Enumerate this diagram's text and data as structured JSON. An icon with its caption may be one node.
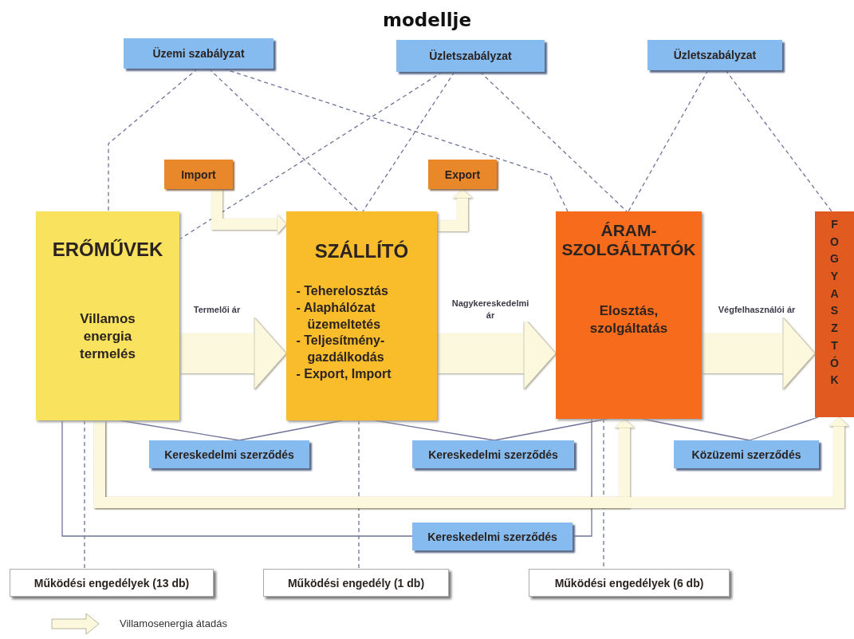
{
  "diagram": {
    "title": "modellje",
    "nodes": [
      {
        "text": [
          "Üzemi szabályzat"
        ]
      },
      {
        "text": [
          "Üzletszabályzat"
        ]
      },
      {
        "text": [
          "Üzletszabályzat"
        ]
      },
      {
        "text": [
          "Import"
        ]
      },
      {
        "text": [
          "Export"
        ]
      },
      {
        "text": [
          "ERŐMŰVEK",
          "Villamos energia termelés"
        ]
      },
      {
        "text": [
          "SZÁLLÍTÓ",
          "- Teherelosztás",
          "- Alaphálózat üzemeltetés",
          "- Teljesítmény-gazdálkodás",
          "- Export, Import"
        ]
      },
      {
        "text": [
          "ÁRAM-SZOLGÁLTATÓK",
          "Elosztás, szolgáltatás"
        ]
      },
      {
        "text": [
          "FOGYASZTÓK"
        ]
      },
      {
        "text": [
          "Kereskedelmi szerződés"
        ]
      },
      {
        "text": [
          "Kereskedelmi szerződés"
        ]
      },
      {
        "text": [
          "Közüzemi szerződés"
        ]
      },
      {
        "text": [
          "Kereskedelmi szerződés"
        ]
      },
      {
        "text": [
          "Működési engedélyek (13 db)"
        ]
      },
      {
        "text": [
          "Működési engedély (1 db)"
        ]
      },
      {
        "text": [
          "Működési engedélyek (6 db)"
        ]
      }
    ],
    "edges": [
      {
        "from": 0,
        "to": 5,
        "arrow": "none",
        "style": "dashed"
      },
      {
        "from": 0,
        "to": 6,
        "arrow": "none",
        "style": "dashed"
      },
      {
        "from": 0,
        "to": 7,
        "arrow": "none",
        "style": "dashed"
      },
      {
        "from": 1,
        "to": 5,
        "arrow": "none",
        "style": "dashed"
      },
      {
        "from": 1,
        "to": 6,
        "arrow": "none",
        "style": "dashed"
      },
      {
        "from": 1,
        "to": 7,
        "arrow": "none",
        "style": "dashed"
      },
      {
        "from": 2,
        "to": 7,
        "arrow": "none",
        "style": "dashed"
      },
      {
        "from": 2,
        "to": 8,
        "arrow": "none",
        "style": "dashed"
      },
      {
        "from": 3,
        "to": 6,
        "arrow": "to",
        "style": "thick",
        "color": "#fbf8dd"
      },
      {
        "from": 6,
        "to": 4,
        "arrow": "to",
        "style": "thick",
        "color": "#fbf8dd"
      },
      {
        "from": 5,
        "to": 6,
        "arrow": "to",
        "style": "thick",
        "color": "#fbf8dd",
        "label": "Termelői ár"
      },
      {
        "from": 6,
        "to": 7,
        "arrow": "to",
        "style": "thick",
        "color": "#fbf8dd",
        "label": "Nagykereskedelmi ár"
      },
      {
        "from": 7,
        "to": 8,
        "arrow": "to",
        "style": "thick",
        "color": "#fbf8dd",
        "label": "Végfelhasználói ár"
      },
      {
        "from": 5,
        "to": 9,
        "arrow": "none"
      },
      {
        "from": 6,
        "to": 9,
        "arrow": "none"
      },
      {
        "from": 6,
        "to": 10,
        "arrow": "none"
      },
      {
        "from": 7,
        "to": 10,
        "arrow": "none"
      },
      {
        "from": 7,
        "to": 11,
        "arrow": "none"
      },
      {
        "from": 8,
        "to": 11,
        "arrow": "none"
      },
      {
        "from": 5,
        "to": 12,
        "arrow": "none"
      },
      {
        "from": 7,
        "to": 12,
        "arrow": "none"
      },
      {
        "from": 5,
        "to": 13,
        "arrow": "none",
        "style": "dashed"
      },
      {
        "from": 6,
        "to": 14,
        "arrow": "none",
        "style": "dashed"
      },
      {
        "from": 7,
        "to": 15,
        "arrow": "none",
        "style": "dashed"
      },
      {
        "from": 5,
        "to": 7,
        "arrow": "to",
        "style": "thick",
        "color": "#fbf8dd"
      },
      {
        "from": 5,
        "to": 8,
        "arrow": "to",
        "style": "thick",
        "color": "#fbf8dd"
      }
    ],
    "legend": [
      {
        "text": "Villamosenergia átadás"
      }
    ]
  }
}
